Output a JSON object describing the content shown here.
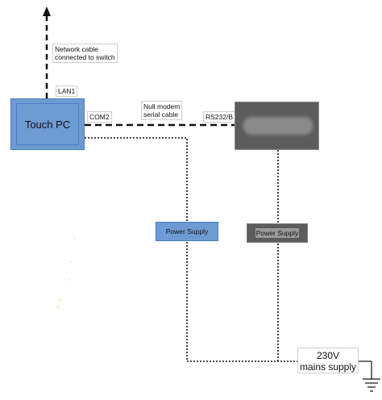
{
  "diagram": {
    "nodes": {
      "touch_pc": "Touch PC",
      "power_supply_left": "Power Supply",
      "power_supply_right": "Power Supply",
      "mains": [
        "230V",
        "mains supply"
      ]
    },
    "labels": {
      "network_cable": [
        "Network cable",
        "connected to switch"
      ],
      "lan1": "LAN1",
      "com2": "COM2",
      "null_modem": [
        "Null modem",
        "serial cable"
      ],
      "rs232": "RS232/B"
    },
    "colors": {
      "pc_fill": "#6f9bd4",
      "device_fill": "#5c5c5c",
      "line": "#111111"
    },
    "icons": {
      "ground": "ground-symbol-icon",
      "arrow": "arrow-up-icon"
    }
  }
}
